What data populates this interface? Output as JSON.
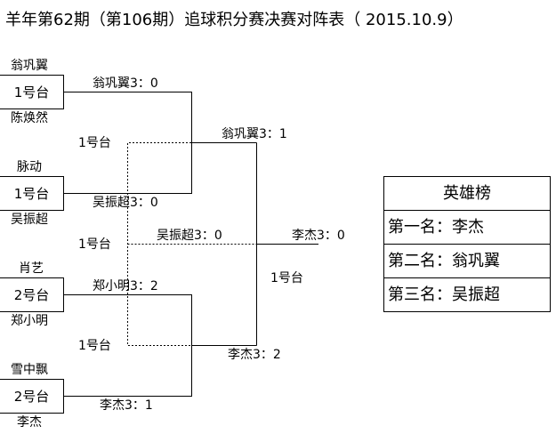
{
  "title": "羊年第62期（第106期）追球积分赛决赛对阵表（ 2015.10.9）",
  "players": [
    {
      "top": "翁巩翼",
      "table": "1号台",
      "bottom": "陈焕然"
    },
    {
      "top": "脉动",
      "table": "1号台",
      "bottom": "吴振超"
    },
    {
      "top": "肖艺",
      "table": "2号台",
      "bottom": "郑小明"
    },
    {
      "top": "雪中飘",
      "table": "2号台",
      "bottom": "李杰"
    }
  ],
  "round1": {
    "r1": "翁巩翼3：0",
    "r2": "吴振超3：0",
    "r3": "郑小明3：2",
    "r4": "李杰3：1",
    "t1": "1号台",
    "t2": "1号台"
  },
  "round2": {
    "w1": "翁巩翼3：1",
    "w2": "李杰3：2",
    "third": "吴振超3：0",
    "third_table": "1号台",
    "final_table": "1号台"
  },
  "final": "李杰3：0",
  "honor": {
    "header": "英雄榜",
    "first": "第一名：李杰",
    "second": "第二名：翁巩翼",
    "third": "第三名：吴振超"
  }
}
